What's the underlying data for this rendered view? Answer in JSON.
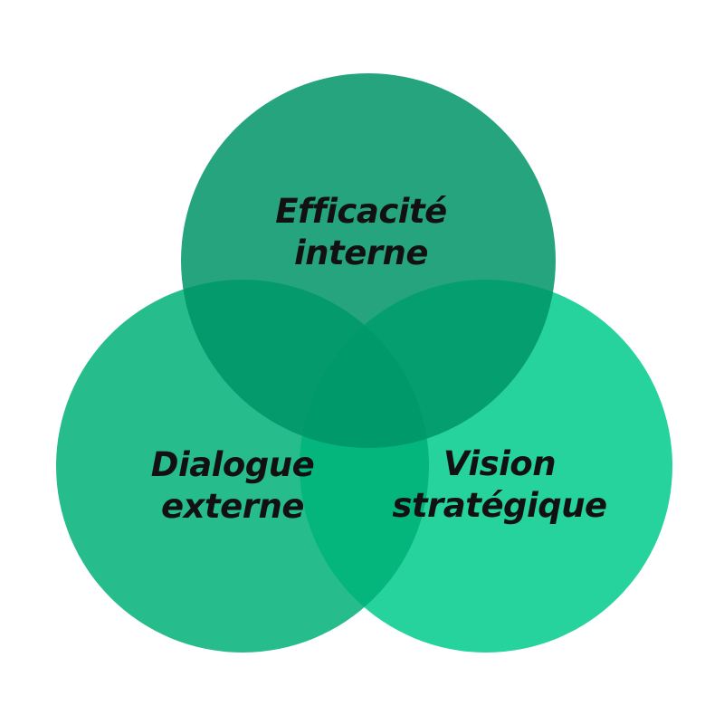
{
  "page": {
    "background": "#ffffff"
  },
  "diagram": {
    "type": "venn-3",
    "text_color": "#111111",
    "circles": [
      {
        "name": "efficacite-interne",
        "label": [
          "Efficacité",
          "interne"
        ],
        "fill": "rgba(0,148,102,0.85)",
        "apparent_hex": "#10A47D",
        "position": "top"
      },
      {
        "name": "dialogue-externe",
        "label": [
          "Dialogue",
          "externe"
        ],
        "fill": "rgba(0,176,119,0.85)",
        "apparent_hex": "#11BC8B",
        "position": "bottom-left"
      },
      {
        "name": "vision-strategique",
        "label": [
          "Vision",
          "stratégique"
        ],
        "fill": "rgba(0,203,139,0.85)",
        "apparent_hex": "#0DD39C",
        "position": "bottom-right"
      }
    ]
  }
}
